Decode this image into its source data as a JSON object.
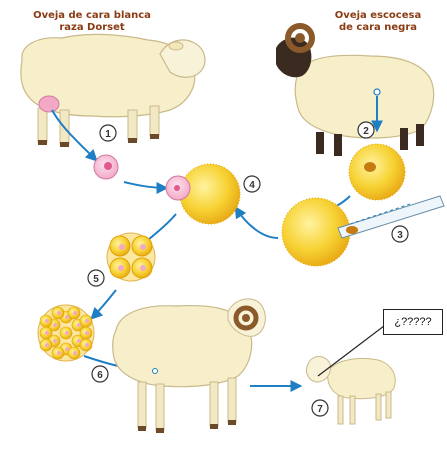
{
  "labels": {
    "dorset_line1": "Oveja de cara blanca",
    "dorset_line2": "raza Dorset",
    "scottish_line1": "Oveja escocesa",
    "scottish_line2": "de cara negra",
    "question": "¿?????"
  },
  "steps": [
    "1",
    "2",
    "3",
    "4",
    "5",
    "6",
    "7"
  ],
  "colors": {
    "wool": "#f6efc9",
    "wool_outline": "#c9b98a",
    "arrow": "#1f7fc4",
    "egg": "#f5c928",
    "cell_pink": "#f3a9c6",
    "horn": "#8a5a2b",
    "label_text": "#8a3b12"
  }
}
